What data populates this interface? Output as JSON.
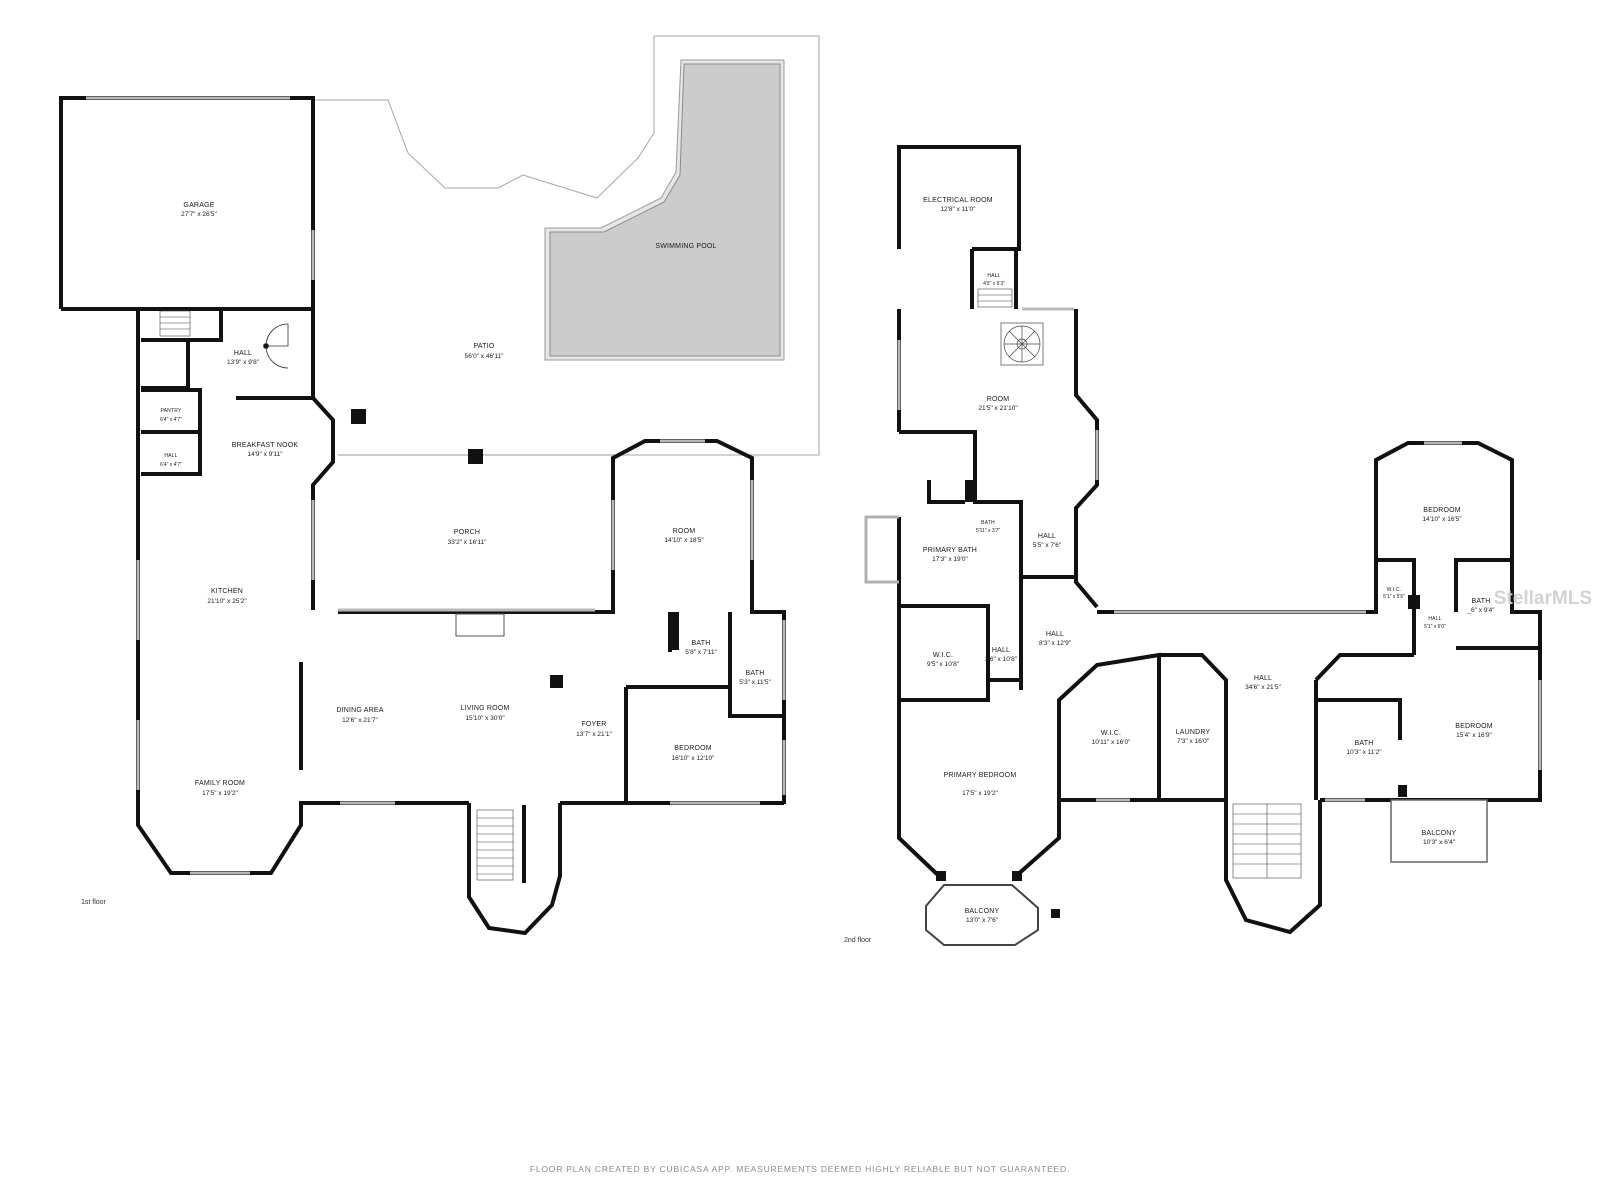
{
  "colors": {
    "wall": "#111111",
    "window": "#b8b8b8",
    "pool_fill": "#cccccc",
    "outline": "#9a9a9a"
  },
  "floor1": {
    "label": "1st floor",
    "rooms": {
      "garage": {
        "name": "GARAGE",
        "dim": "27'7\" x 26'5\""
      },
      "patio": {
        "name": "PATIO",
        "dim": "56'0\" x 46'11\""
      },
      "pool": {
        "name": "SWIMMING POOL"
      },
      "hall_upper": {
        "name": "HALL",
        "dim": "13'9\" x 9'8\""
      },
      "pantry": {
        "name": "PANTRY",
        "dim": "6'4\" x 4'7\""
      },
      "hall_small": {
        "name": "HALL",
        "dim": "6'4\" x 4'7\""
      },
      "breakfast": {
        "name": "BREAKFAST NOOK",
        "dim": "14'9\" x 9'11\""
      },
      "porch": {
        "name": "PORCH",
        "dim": "33'2\" x 16'11\""
      },
      "room": {
        "name": "ROOM",
        "dim": "14'10\" x 18'5\""
      },
      "kitchen": {
        "name": "KITCHEN",
        "dim": "21'10\" x 25'2\""
      },
      "bath_a": {
        "name": "BATH",
        "dim": "5'8\" x 7'11\""
      },
      "bath_b": {
        "name": "BATH",
        "dim": "5'3\" x 11'5\""
      },
      "dining": {
        "name": "DINING AREA",
        "dim": "12'6\" x 21'7\""
      },
      "living": {
        "name": "LIVING ROOM",
        "dim": "15'10\" x 30'0\""
      },
      "foyer": {
        "name": "FOYER",
        "dim": "13'7\" x 21'1\""
      },
      "bedroom": {
        "name": "BEDROOM",
        "dim": "16'10\" x 12'10\""
      },
      "family": {
        "name": "FAMILY ROOM",
        "dim": "17'5\" x 19'2\""
      }
    }
  },
  "floor2": {
    "label": "2nd floor",
    "rooms": {
      "electrical": {
        "name": "ELECTRICAL ROOM",
        "dim": "12'8\" x 11'0\""
      },
      "hall_stair": {
        "name": "HALL",
        "dim": "4'9\" x 6'3\""
      },
      "room": {
        "name": "ROOM",
        "dim": "21'5\" x 21'10\""
      },
      "bath_small": {
        "name": "BATH",
        "dim": "5'11\" x 3'7\""
      },
      "primary_bath": {
        "name": "PRIMARY BATH",
        "dim": "17'3\" x 19'0\""
      },
      "hall_a": {
        "name": "HALL",
        "dim": "5'5\" x 7'6\""
      },
      "wic_a": {
        "name": "W.I.C.",
        "dim": "9'5\" x 10'8\""
      },
      "hall_b": {
        "name": "HALL",
        "dim": "3'6\" x 10'8\""
      },
      "hall_c": {
        "name": "HALL",
        "dim": "8'3\" x 12'9\""
      },
      "bedroom_ne": {
        "name": "BEDROOM",
        "dim": "14'10\" x 16'5\""
      },
      "wic_small": {
        "name": "W.I.C.",
        "dim": "5'1\" x 5'6\""
      },
      "bath_ne": {
        "name": "BATH",
        "dim": "_6\" x 9'4\""
      },
      "hall_tiny": {
        "name": "HALL",
        "dim": "5'1\" x 6'0\""
      },
      "hall_main": {
        "name": "HALL",
        "dim": "34'6\" x 21'5\""
      },
      "wic_b": {
        "name": "W.I.C.",
        "dim": "10'11\" x 16'0\""
      },
      "laundry": {
        "name": "LAUNDRY",
        "dim": "7'3\" x 16'0\""
      },
      "bath_e": {
        "name": "BATH",
        "dim": "10'3\" x 11'2\""
      },
      "bedroom_e": {
        "name": "BEDROOM",
        "dim": "15'4\" x 16'9\""
      },
      "primary_bed": {
        "name": "PRIMARY BEDROOM",
        "dim": "17'5\" x 19'2\""
      },
      "balcony_a": {
        "name": "BALCONY",
        "dim": "13'0\" x 7'6\""
      },
      "balcony_b": {
        "name": "BALCONY",
        "dim": "10'3\" x 6'4\""
      }
    }
  },
  "footer": {
    "text": "FLOOR PLAN CREATED BY CUBICASA APP. MEASUREMENTS DEEMED HIGHLY RELIABLE BUT NOT GUARANTEED."
  },
  "watermark": {
    "text": "StellarMLS"
  }
}
